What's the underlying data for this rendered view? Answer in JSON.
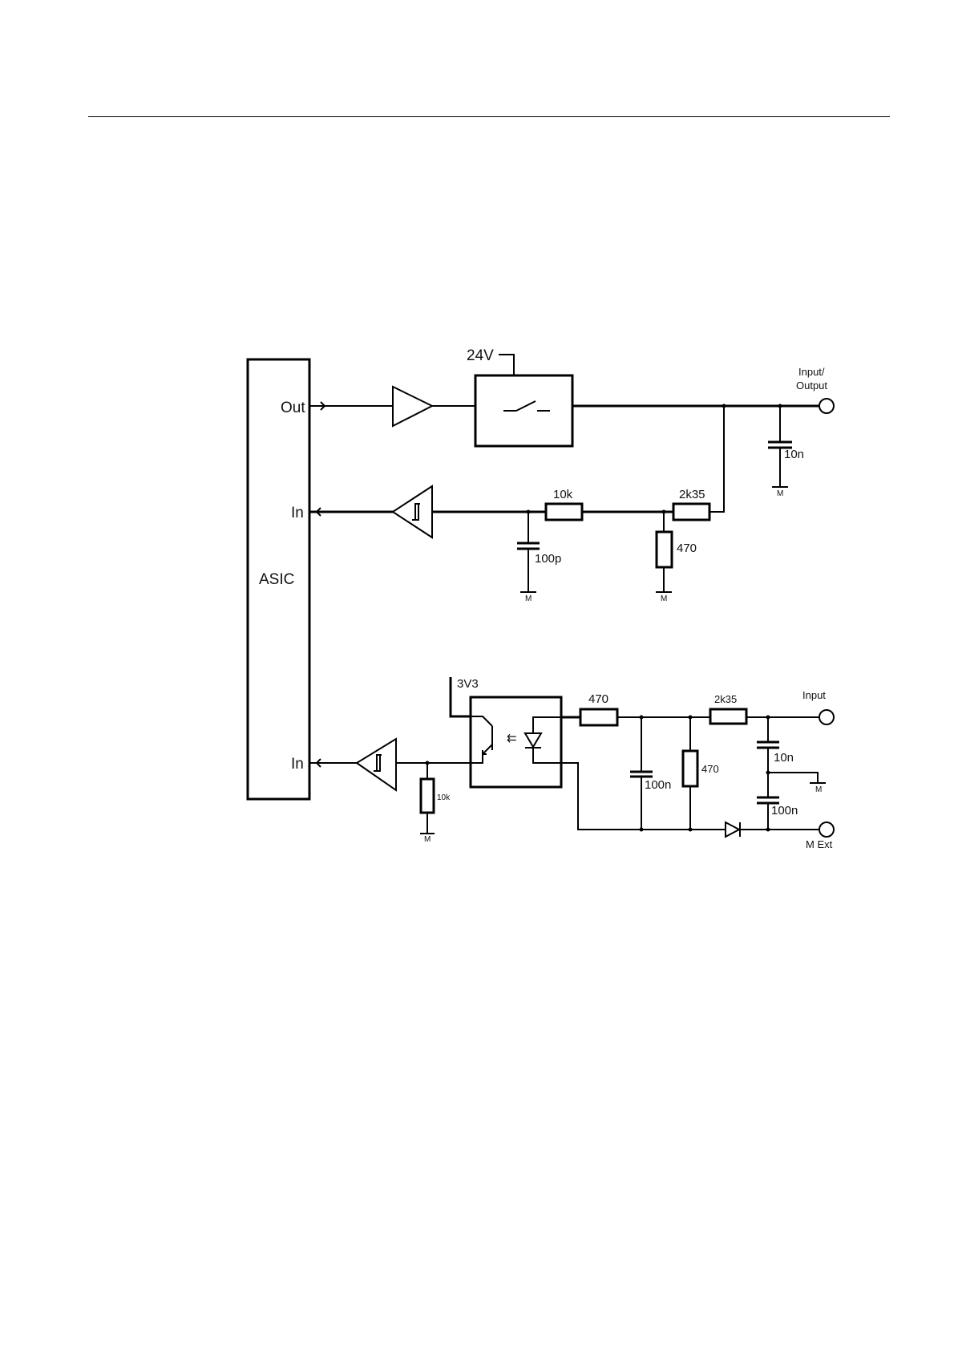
{
  "diagram": {
    "asic_label": "ASIC",
    "ports": {
      "out": "Out",
      "in1": "In",
      "in2": "In"
    },
    "supply_24v": "24V",
    "supply_3v3": "3V3",
    "terminals": {
      "io_line1": "Input/",
      "io_line2": "Output",
      "input": "Input",
      "m_ext": "M Ext"
    },
    "ground": "M",
    "components": {
      "c_10n_top": "10n",
      "r_10k": "10k",
      "r_2k35_top": "2k35",
      "r_470_top": "470",
      "c_100p": "100p",
      "r_470_opto": "470",
      "r_2k35_bottom": "2k35",
      "c_10n_bottom": "10n",
      "c_100n_mid": "100n",
      "r_470_bottom": "470",
      "c_100n_bottom": "100n",
      "r_10k_pulldown": "10k"
    }
  }
}
